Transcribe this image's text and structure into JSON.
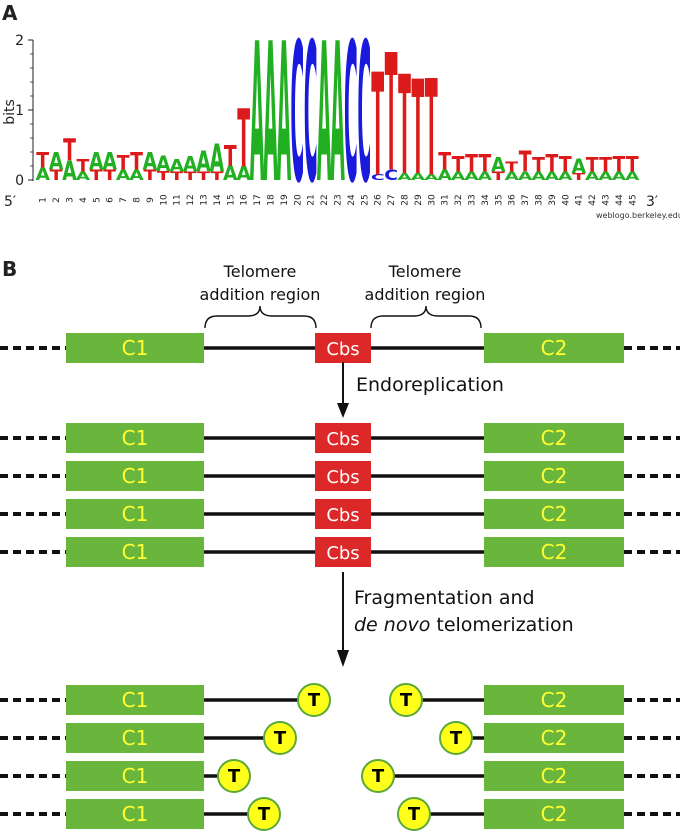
{
  "panel_a": {
    "label": "A",
    "y_axis_label": "bits",
    "y_ticks": [
      "0",
      "1",
      "2"
    ],
    "end_5": "5′",
    "end_3": "3′",
    "credit": "weblogo.berkeley.edu",
    "colors": {
      "A": "#22b022",
      "C": "#1a1adc",
      "G": "#f0a000",
      "T": "#dc1a1a"
    }
  },
  "panel_b": {
    "label": "B",
    "region_label_line1": "Telomere",
    "region_label_line2": "addition region",
    "c1": "C1",
    "c2": "C2",
    "cbs": "Cbs",
    "t": "T",
    "step1": "Endoreplication",
    "step2_line1": "Fragmentation and",
    "step2_italic": "de novo",
    "step2_rest": " telomerization",
    "colors": {
      "box": "#6ab53c",
      "cbs": "#dc2828",
      "telomere": "#ffff1a"
    }
  },
  "chart_data": {
    "type": "sequence-logo",
    "ylabel": "bits",
    "ylim": [
      0,
      2
    ],
    "positions": [
      {
        "pos": "1",
        "stack": [
          [
            "A",
            0.18
          ],
          [
            "T",
            0.22
          ]
        ]
      },
      {
        "pos": "2",
        "stack": [
          [
            "T",
            0.15
          ],
          [
            "A",
            0.25
          ]
        ]
      },
      {
        "pos": "3",
        "stack": [
          [
            "A",
            0.28
          ],
          [
            "T",
            0.32
          ]
        ]
      },
      {
        "pos": "4",
        "stack": [
          [
            "A",
            0.12
          ],
          [
            "T",
            0.18
          ]
        ]
      },
      {
        "pos": "5",
        "stack": [
          [
            "T",
            0.15
          ],
          [
            "A",
            0.25
          ]
        ]
      },
      {
        "pos": "6",
        "stack": [
          [
            "T",
            0.15
          ],
          [
            "A",
            0.25
          ]
        ]
      },
      {
        "pos": "7",
        "stack": [
          [
            "A",
            0.15
          ],
          [
            "T",
            0.2
          ]
        ]
      },
      {
        "pos": "8",
        "stack": [
          [
            "A",
            0.15
          ],
          [
            "T",
            0.25
          ]
        ]
      },
      {
        "pos": "9",
        "stack": [
          [
            "T",
            0.15
          ],
          [
            "A",
            0.25
          ]
        ]
      },
      {
        "pos": "10",
        "stack": [
          [
            "T",
            0.13
          ],
          [
            "A",
            0.22
          ]
        ]
      },
      {
        "pos": "11",
        "stack": [
          [
            "T",
            0.12
          ],
          [
            "A",
            0.18
          ]
        ]
      },
      {
        "pos": "12",
        "stack": [
          [
            "T",
            0.12
          ],
          [
            "A",
            0.22
          ]
        ]
      },
      {
        "pos": "13",
        "stack": [
          [
            "T",
            0.12
          ],
          [
            "A",
            0.3
          ]
        ]
      },
      {
        "pos": "14",
        "stack": [
          [
            "T",
            0.12
          ],
          [
            "A",
            0.4
          ]
        ]
      },
      {
        "pos": "15",
        "stack": [
          [
            "A",
            0.2
          ],
          [
            "T",
            0.3
          ]
        ]
      },
      {
        "pos": "16",
        "stack": [
          [
            "A",
            0.2
          ],
          [
            "T",
            0.83
          ]
        ]
      },
      {
        "pos": "17",
        "stack": [
          [
            "A",
            2.0
          ]
        ]
      },
      {
        "pos": "18",
        "stack": [
          [
            "A",
            2.0
          ]
        ]
      },
      {
        "pos": "19",
        "stack": [
          [
            "A",
            2.0
          ]
        ]
      },
      {
        "pos": "20",
        "stack": [
          [
            "C",
            2.0
          ]
        ]
      },
      {
        "pos": "21",
        "stack": [
          [
            "C",
            2.0
          ]
        ]
      },
      {
        "pos": "22",
        "stack": [
          [
            "A",
            2.0
          ]
        ]
      },
      {
        "pos": "23",
        "stack": [
          [
            "A",
            2.0
          ]
        ]
      },
      {
        "pos": "24",
        "stack": [
          [
            "C",
            2.0
          ]
        ]
      },
      {
        "pos": "25",
        "stack": [
          [
            "C",
            2.0
          ]
        ]
      },
      {
        "pos": "26",
        "stack": [
          [
            "C",
            0.08
          ],
          [
            "T",
            1.47
          ]
        ]
      },
      {
        "pos": "27",
        "stack": [
          [
            "C",
            0.15
          ],
          [
            "T",
            1.68
          ]
        ]
      },
      {
        "pos": "28",
        "stack": [
          [
            "A",
            0.1
          ],
          [
            "T",
            1.42
          ]
        ]
      },
      {
        "pos": "29",
        "stack": [
          [
            "A",
            0.1
          ],
          [
            "T",
            1.35
          ]
        ]
      },
      {
        "pos": "30",
        "stack": [
          [
            "A",
            0.08
          ],
          [
            "T",
            1.38
          ]
        ]
      },
      {
        "pos": "31",
        "stack": [
          [
            "A",
            0.15
          ],
          [
            "T",
            0.25
          ]
        ]
      },
      {
        "pos": "32",
        "stack": [
          [
            "A",
            0.12
          ],
          [
            "T",
            0.22
          ]
        ]
      },
      {
        "pos": "33",
        "stack": [
          [
            "A",
            0.12
          ],
          [
            "T",
            0.25
          ]
        ]
      },
      {
        "pos": "34",
        "stack": [
          [
            "A",
            0.12
          ],
          [
            "T",
            0.25
          ]
        ]
      },
      {
        "pos": "35",
        "stack": [
          [
            "T",
            0.12
          ],
          [
            "A",
            0.2
          ]
        ]
      },
      {
        "pos": "36",
        "stack": [
          [
            "A",
            0.12
          ],
          [
            "T",
            0.14
          ]
        ]
      },
      {
        "pos": "37",
        "stack": [
          [
            "A",
            0.12
          ],
          [
            "T",
            0.3
          ]
        ]
      },
      {
        "pos": "38",
        "stack": [
          [
            "A",
            0.12
          ],
          [
            "T",
            0.2
          ]
        ]
      },
      {
        "pos": "39",
        "stack": [
          [
            "A",
            0.12
          ],
          [
            "T",
            0.25
          ]
        ]
      },
      {
        "pos": "40",
        "stack": [
          [
            "A",
            0.12
          ],
          [
            "T",
            0.22
          ]
        ]
      },
      {
        "pos": "41",
        "stack": [
          [
            "T",
            0.1
          ],
          [
            "A",
            0.2
          ]
        ]
      },
      {
        "pos": "42",
        "stack": [
          [
            "A",
            0.12
          ],
          [
            "T",
            0.2
          ]
        ]
      },
      {
        "pos": "43",
        "stack": [
          [
            "A",
            0.12
          ],
          [
            "T",
            0.2
          ]
        ]
      },
      {
        "pos": "44",
        "stack": [
          [
            "A",
            0.12
          ],
          [
            "T",
            0.22
          ]
        ]
      },
      {
        "pos": "45",
        "stack": [
          [
            "A",
            0.12
          ],
          [
            "T",
            0.22
          ]
        ]
      }
    ]
  }
}
